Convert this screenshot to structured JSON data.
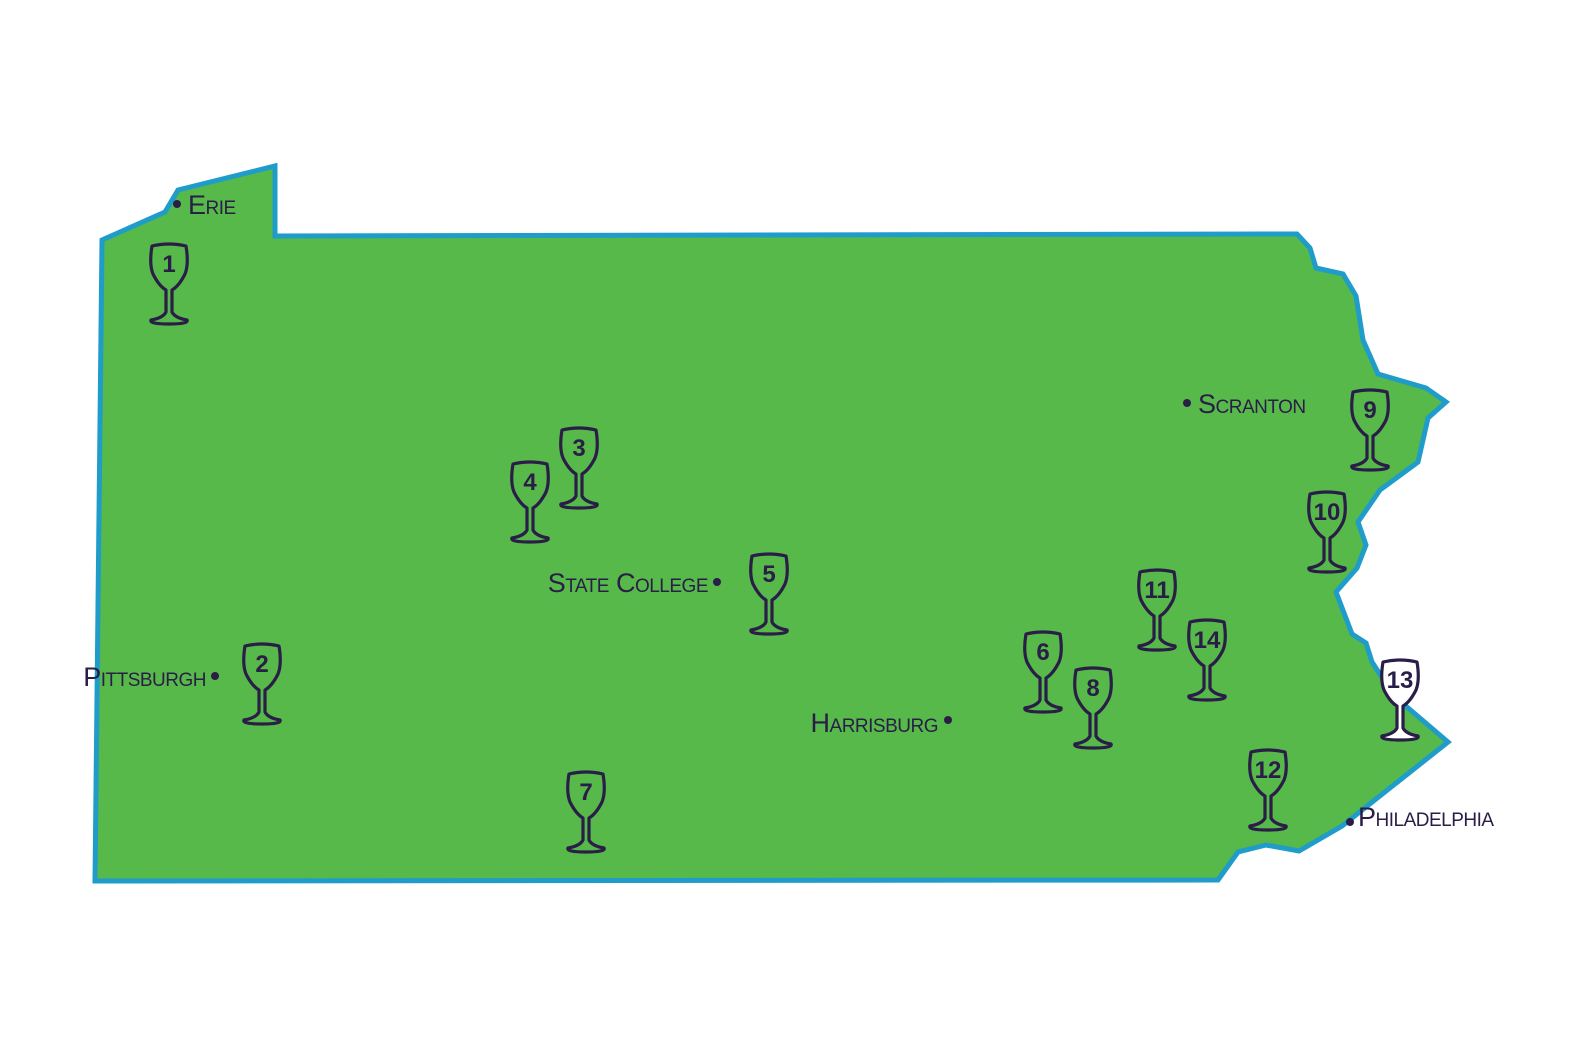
{
  "map": {
    "state_fill": "#56b94a",
    "border_color": "#1f9cc9",
    "ink_color": "#2a1d47"
  },
  "cities": [
    {
      "id": "erie",
      "label": "Erie"
    },
    {
      "id": "pittsburgh",
      "label": "Pittsburgh"
    },
    {
      "id": "state-college",
      "label": "State College"
    },
    {
      "id": "harrisburg",
      "label": "Harrisburg"
    },
    {
      "id": "scranton",
      "label": "Scranton"
    },
    {
      "id": "philadelphia",
      "label": "Philadelphia"
    }
  ],
  "wineries": [
    {
      "number": "1"
    },
    {
      "number": "2"
    },
    {
      "number": "3"
    },
    {
      "number": "4"
    },
    {
      "number": "5"
    },
    {
      "number": "6"
    },
    {
      "number": "7"
    },
    {
      "number": "8"
    },
    {
      "number": "9"
    },
    {
      "number": "10"
    },
    {
      "number": "11"
    },
    {
      "number": "12"
    },
    {
      "number": "13",
      "highlighted": true
    },
    {
      "number": "14"
    }
  ]
}
